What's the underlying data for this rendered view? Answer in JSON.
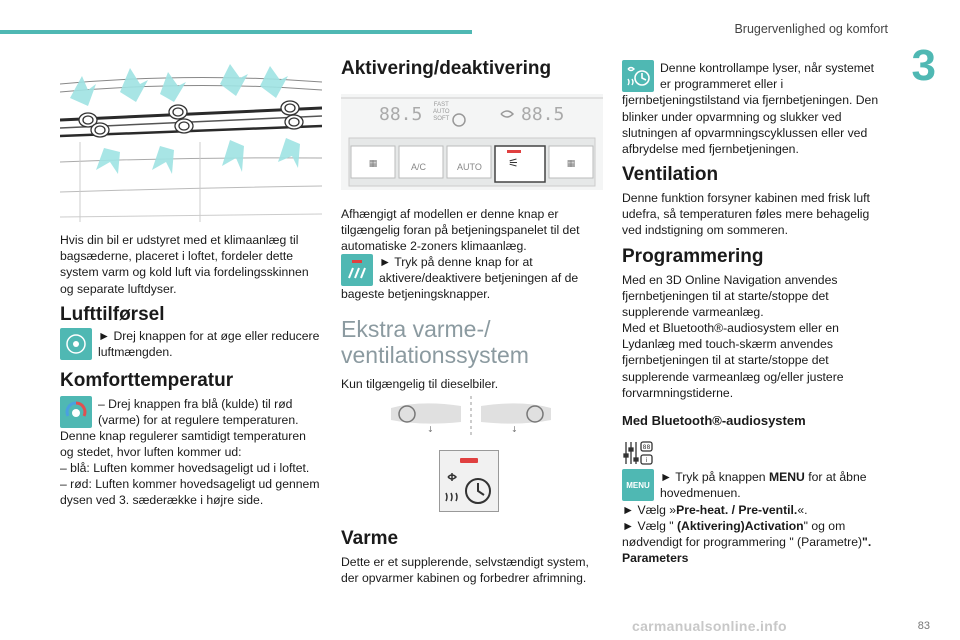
{
  "header": {
    "section_title": "Brugervenlighed og komfort",
    "chapter_number": "3",
    "page_number": "83",
    "watermark": "carmanualsonline.info"
  },
  "col1": {
    "intro": "Hvis din bil er udstyret med et klimaanlæg til bagsæderne, placeret i loftet, fordeler dette system varm og kold luft via fordelingsskinnen og separate luftdyser.",
    "luftforsel_heading": "Lufttilførsel",
    "luftforsel_text": "► Drej knappen for at øge eller reducere luftmængden.",
    "komfort_heading": "Komforttemperatur",
    "komfort_line1": "– Drej knappen fra blå (kulde) til rød (varme) for at regulere temperaturen.",
    "komfort_line2": "Denne knap regulerer samtidigt temperaturen og stedet, hvor luften kommer ud:",
    "komfort_line3": "– blå: Luften kommer hovedsageligt ud i loftet.",
    "komfort_line4": "– rød: Luften kommer hovedsageligt ud gennem dysen ved 3. sæderække i højre side."
  },
  "col2": {
    "activation_heading": "Aktivering/deaktivering",
    "panel": {
      "left_temp": "88.5",
      "right_temp": "88.5",
      "fast_label": "FAST",
      "auto_label": "AUTO",
      "soft_label": "SOFT",
      "ac_label": "A/C",
      "auto_btn_label": "AUTO"
    },
    "activation_text1": "Afhængigt af modellen er denne knap er tilgængelig foran på betjeningspanelet til det automatiske 2-zoners klimaanlæg.",
    "activation_text2": "► Tryk på denne knap for at aktivere/deaktivere betjeningen af de bageste betjeningsknapper.",
    "extra_heading": "Ekstra varme-/ ventilationssystem",
    "extra_text": "Kun tilgængelig til dieselbiler.",
    "varme_heading": "Varme",
    "varme_text": "Dette er et supplerende, selvstændigt system, der opvarmer kabinen og forbedrer afrimning."
  },
  "col3": {
    "lamp_text": "Denne kontrollampe lyser, når systemet er programmeret eller i fjernbetjeningstilstand via fjernbetjeningen. Den blinker under opvarmning og slukker ved slutningen af opvarmningscyklussen eller ved afbrydelse med fjernbetjeningen.",
    "ventilation_heading": "Ventilation",
    "ventilation_text": "Denne funktion forsyner kabinen med frisk luft udefra, så temperaturen føles mere behagelig ved indstigning om sommeren.",
    "programming_heading": "Programmering",
    "programming_text1": "Med en 3D Online Navigation anvendes fjernbetjeningen til at starte/stoppe det supplerende varmeanlæg.",
    "programming_text2": "Med et Bluetooth®-audiosystem eller en Lydanlæg med touch-skærm anvendes fjernbetjeningen til at starte/stoppe det supplerende varmeanlæg og/eller justere forvarmningstiderne.",
    "bluetooth_heading": "Med Bluetooth®-audiosystem",
    "menu_icon_label": "MENU",
    "step1_pre": "► Tryk på knappen ",
    "step1_bold": "MENU",
    "step1_post": " for at åbne hovedmenuen.",
    "step2_pre": "► Vælg »",
    "step2_bold": "Pre-heat. / Pre-ventil.",
    "step2_post": "«.",
    "step3_pre": "► Vælg \" ",
    "step3_bold": "(Aktivering)Activation",
    "step3_mid": "\" og om nødvendigt for programmering \" (Parametre)",
    "step3_bold2": "\". Parameters"
  }
}
